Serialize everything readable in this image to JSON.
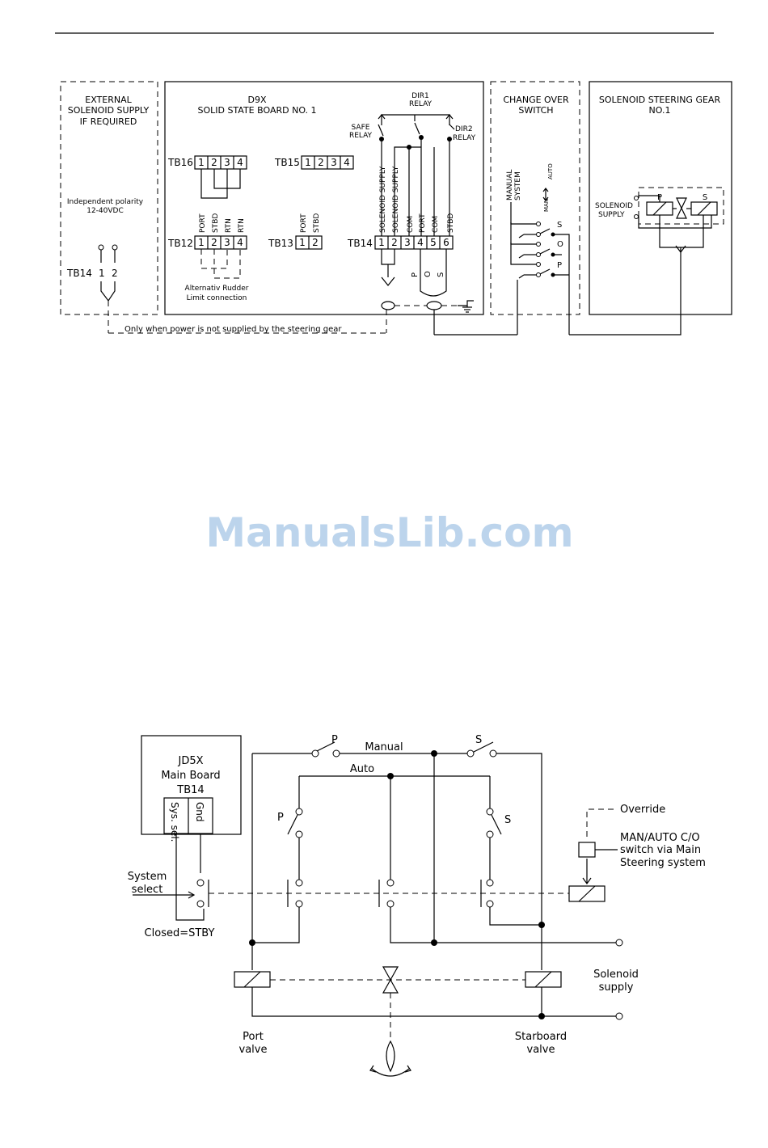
{
  "top": {
    "ext": {
      "title1": "EXTERNAL",
      "title2": "SOLENOID SUPPLY",
      "title3": "IF REQUIRED",
      "polarity1": "Independent polarity",
      "polarity2": "12-40VDC",
      "tb": "TB14",
      "t1": "1",
      "t2": "2"
    },
    "d9x": {
      "title1": "D9X",
      "title2": "SOLID STATE BOARD NO. 1",
      "dir1a": "DIR1",
      "dir1b": "RELAY",
      "safe1": "SAFE",
      "safe2": "RELAY",
      "dir2a": "DIR2",
      "dir2b": "RELAY",
      "tb16": "TB16",
      "tb15": "TB15",
      "tb12": "TB12",
      "tb13": "TB13",
      "tb14": "TB14",
      "tb16_terms": [
        "1",
        "2",
        "3",
        "4"
      ],
      "tb15_terms": [
        "1",
        "2",
        "3",
        "4"
      ],
      "tb12_terms": [
        "1",
        "2",
        "3",
        "4"
      ],
      "tb13_terms": [
        "1",
        "2"
      ],
      "tb14_terms": [
        "1",
        "2",
        "3",
        "4",
        "5",
        "6"
      ],
      "tb12_labels": [
        "PORT",
        "STBD",
        "RTN",
        "RTN"
      ],
      "tb13_labels": [
        "PORT",
        "STBD"
      ],
      "tb14_labels": [
        "SOLENOID SUPPLY",
        "SOLENOID SUPPLY",
        "COM",
        "PORT",
        "COM",
        "STBD"
      ],
      "pos": [
        "P",
        "O",
        "S"
      ],
      "alt1": "Alternativ Rudder",
      "alt2": "Limit connection"
    },
    "co": {
      "title1": "CHANGE OVER",
      "title2": "SWITCH",
      "manual": "MANUAL",
      "system": "SYSTEM",
      "man": "MAN",
      "auto": "AUTO",
      "s": "S",
      "o": "O",
      "p": "P"
    },
    "sg": {
      "title1": "SOLENOID STEERING GEAR",
      "title2": "NO.1",
      "sol1": "SOLENOID",
      "sol2": "SUPPLY",
      "p": "P",
      "s": "S"
    },
    "note": "Only when power is not supplied by the steering gear"
  },
  "watermark": "ManualsLib.com",
  "bottom": {
    "jd5x1": "JD5X",
    "jd5x2": "Main Board",
    "jd5x3": "TB14",
    "syssel": "Sys. sel.",
    "gnd": "Gnd",
    "manual": "Manual",
    "auto": "Auto",
    "p": "P",
    "s": "S",
    "override": "Override",
    "co1": "MAN/AUTO C/O",
    "co2": "switch via Main",
    "co3": "Steering system",
    "syssel1": "System",
    "syssel2": "select",
    "closed": "Closed=STBY",
    "sol1": "Solenoid",
    "sol2": "supply",
    "port1": "Port",
    "port2": "valve",
    "stbd1": "Starboard",
    "stbd2": "valve"
  }
}
